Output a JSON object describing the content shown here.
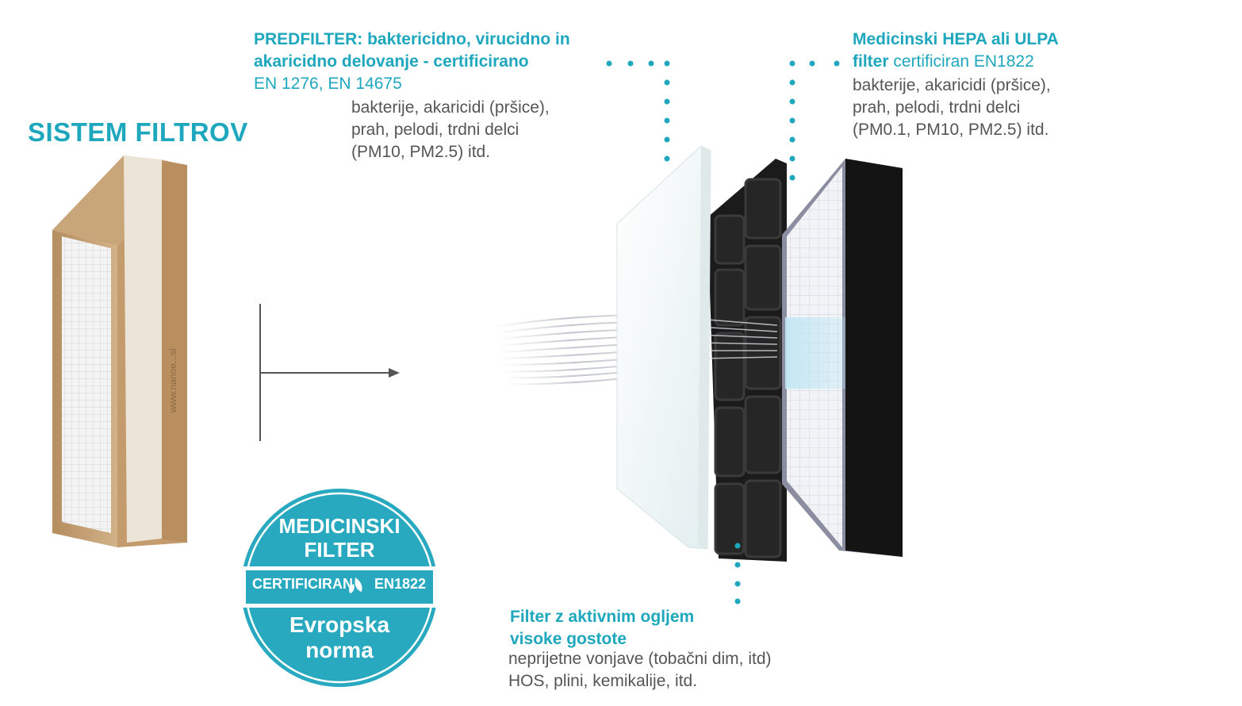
{
  "title": "SISTEM FILTROV",
  "prefilter": {
    "heading_lines": [
      "PREDFILTER: baktericidno, virucidno in",
      "akaricidno delovanje - certificirano"
    ],
    "standard": "EN 1276, EN 14675",
    "body_lines": [
      "bakterije, akaricidi (pršice),",
      "prah, pelodi, trdni delci",
      "(PM10, PM2.5) itd."
    ]
  },
  "hepa": {
    "heading_line1": "Medicinski HEPA ali ULPA",
    "heading_line2_bold": "filter",
    "heading_line2_rest": " certificiran EN1822",
    "body_lines": [
      "bakterije, akaricidi (pršice),",
      "prah, pelodi, trdni delci",
      "(PM0.1, PM10, PM2.5) itd."
    ]
  },
  "carbon": {
    "heading_lines": [
      "Filter z aktivnim ogljem",
      "visoke gostote"
    ],
    "body_lines": [
      "neprijetne vonjave (tobačni dim, itd)",
      "HOS, plini, kemikalije, itd."
    ]
  },
  "badge": {
    "line1": "MEDICINSKI",
    "line2": "FILTER",
    "cert": "CERTIFICIRAN",
    "standard": "EN1822",
    "line3": "Evropska",
    "line4": "norma"
  },
  "frame_watermark": "www.nanoe...si",
  "colors": {
    "accent": "#1ea7bd",
    "text": "#555555",
    "frame": "#c9a77c",
    "prefilter": "#eef6f6",
    "carbon": "#1b1b1b",
    "hepa_frame": "#141414"
  }
}
